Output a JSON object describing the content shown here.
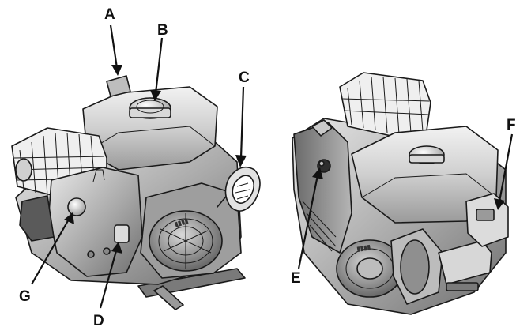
{
  "callouts": {
    "a": "A",
    "b": "B",
    "c": "C",
    "d": "D",
    "e": "E",
    "f": "F",
    "g": "G"
  },
  "colors": {
    "body_dark": "#8c8c8c",
    "body_mid": "#b9b9b9",
    "body_light": "#e6e6e6",
    "outline": "#1a1a1a"
  }
}
